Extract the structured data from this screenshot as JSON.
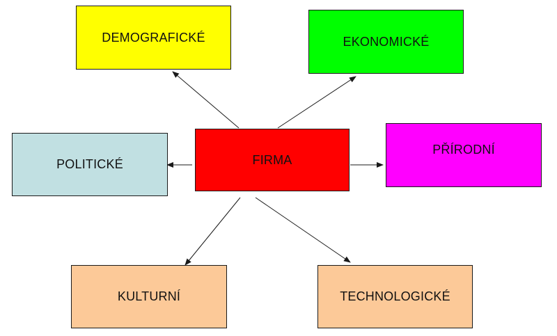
{
  "diagram": {
    "center": {
      "label": "FIRMA",
      "color": "#ff0000"
    },
    "nodes": {
      "demograficke": {
        "label": "DEMOGRAFICKÉ",
        "color": "#ffff00"
      },
      "ekonomicke": {
        "label": "EKONOMICKÉ",
        "color": "#00ff00"
      },
      "politicke": {
        "label": "POLITICKÉ",
        "color": "#c1e0e2"
      },
      "prirodni": {
        "label": "PŘÍRODNÍ",
        "color": "#ff00ff"
      },
      "kulturni": {
        "label": "KULTURNÍ",
        "color": "#fcc998"
      },
      "technologicke": {
        "label": "TECHNOLOGICKÉ",
        "color": "#fcc998"
      }
    },
    "edges": [
      {
        "from": "FIRMA",
        "to": "DEMOGRAFICKÉ"
      },
      {
        "from": "FIRMA",
        "to": "EKONOMICKÉ"
      },
      {
        "from": "FIRMA",
        "to": "POLITICKÉ"
      },
      {
        "from": "FIRMA",
        "to": "PŘÍRODNÍ"
      },
      {
        "from": "FIRMA",
        "to": "KULTURNÍ"
      },
      {
        "from": "FIRMA",
        "to": "TECHNOLOGICKÉ"
      }
    ],
    "arrow_color": "#1a1a1a"
  }
}
